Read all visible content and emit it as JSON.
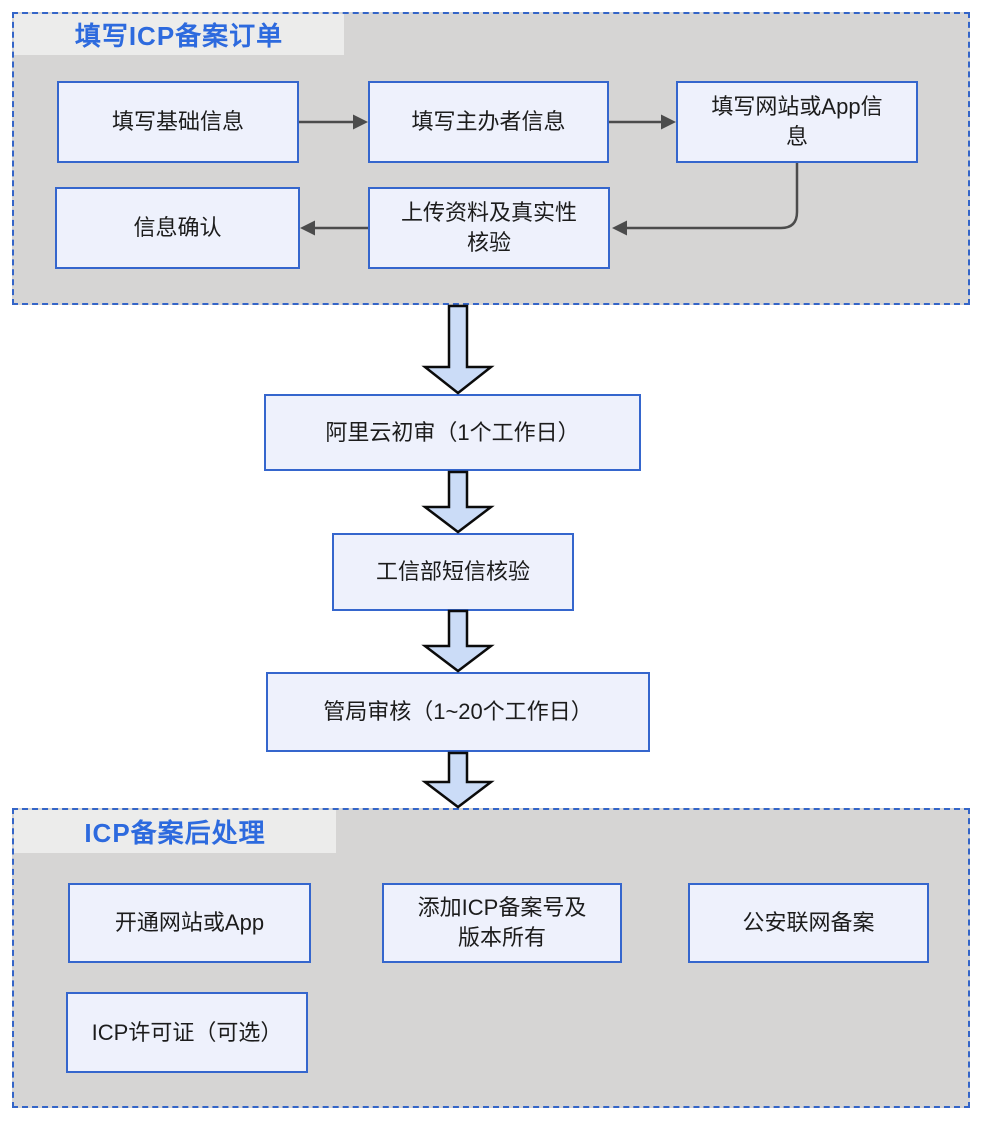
{
  "diagram": {
    "colors": {
      "section_bg": "#d6d5d4",
      "section_border": "#3465c8",
      "label_bg": "#ececeb",
      "label_text": "#2d6ade",
      "node_bg": "#eef1fc",
      "node_border": "#3566cd",
      "node_text": "#1c1c1c",
      "connector": "#4c4c4c",
      "block_arrow_fill": "#cbdcf7",
      "block_arrow_stroke": "#0b0b0b"
    },
    "sections": {
      "fill_order": {
        "title": "填写ICP备案订单",
        "nodes": [
          {
            "id": "fill-basic-info",
            "label": "填写基础信息"
          },
          {
            "id": "fill-sponsor-info",
            "label": "填写主办者信息"
          },
          {
            "id": "fill-website-app-info",
            "label": "填写网站或App信\n息"
          },
          {
            "id": "upload-materials-verify",
            "label": "上传资料及真实性\n核验"
          },
          {
            "id": "info-confirm",
            "label": "信息确认"
          }
        ]
      },
      "post_process": {
        "title": "ICP备案后处理",
        "nodes": [
          {
            "id": "open-website-app",
            "label": "开通网站或App"
          },
          {
            "id": "add-icp-number",
            "label": "添加ICP备案号及\n版本所有"
          },
          {
            "id": "public-security-filing",
            "label": "公安联网备案"
          },
          {
            "id": "icp-license-optional",
            "label": "ICP许可证（可选）"
          }
        ]
      }
    },
    "process_nodes": [
      {
        "id": "aliyun-review",
        "label": "阿里云初审（1个工作日）"
      },
      {
        "id": "miit-sms-verify",
        "label": "工信部短信核验"
      },
      {
        "id": "bureau-review",
        "label": "管局审核（1~20个工作日）"
      }
    ],
    "edges": [
      {
        "from": "fill-basic-info",
        "to": "fill-sponsor-info"
      },
      {
        "from": "fill-sponsor-info",
        "to": "fill-website-app-info"
      },
      {
        "from": "fill-website-app-info",
        "to": "upload-materials-verify"
      },
      {
        "from": "upload-materials-verify",
        "to": "info-confirm"
      },
      {
        "from": "fill-order-section",
        "to": "aliyun-review"
      },
      {
        "from": "aliyun-review",
        "to": "miit-sms-verify"
      },
      {
        "from": "miit-sms-verify",
        "to": "bureau-review"
      },
      {
        "from": "bureau-review",
        "to": "post-process-section"
      }
    ]
  }
}
